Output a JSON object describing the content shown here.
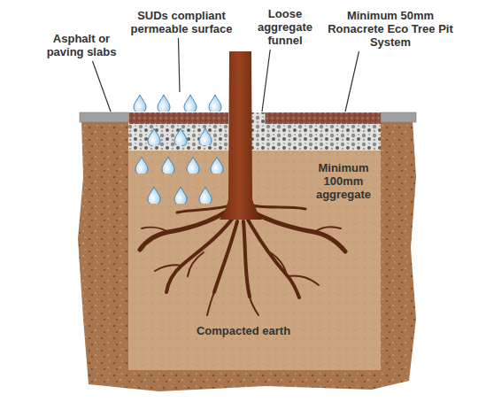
{
  "diagram": {
    "labels": [
      "Asphalt or paving slabs",
      "SUDs compliant permeable surface",
      "Loose aggregate funnel",
      "Minimum 50mm Ronacrete Eco Tree Pit System",
      "Minimum 100mm aggregate",
      "Compacted earth"
    ]
  }
}
